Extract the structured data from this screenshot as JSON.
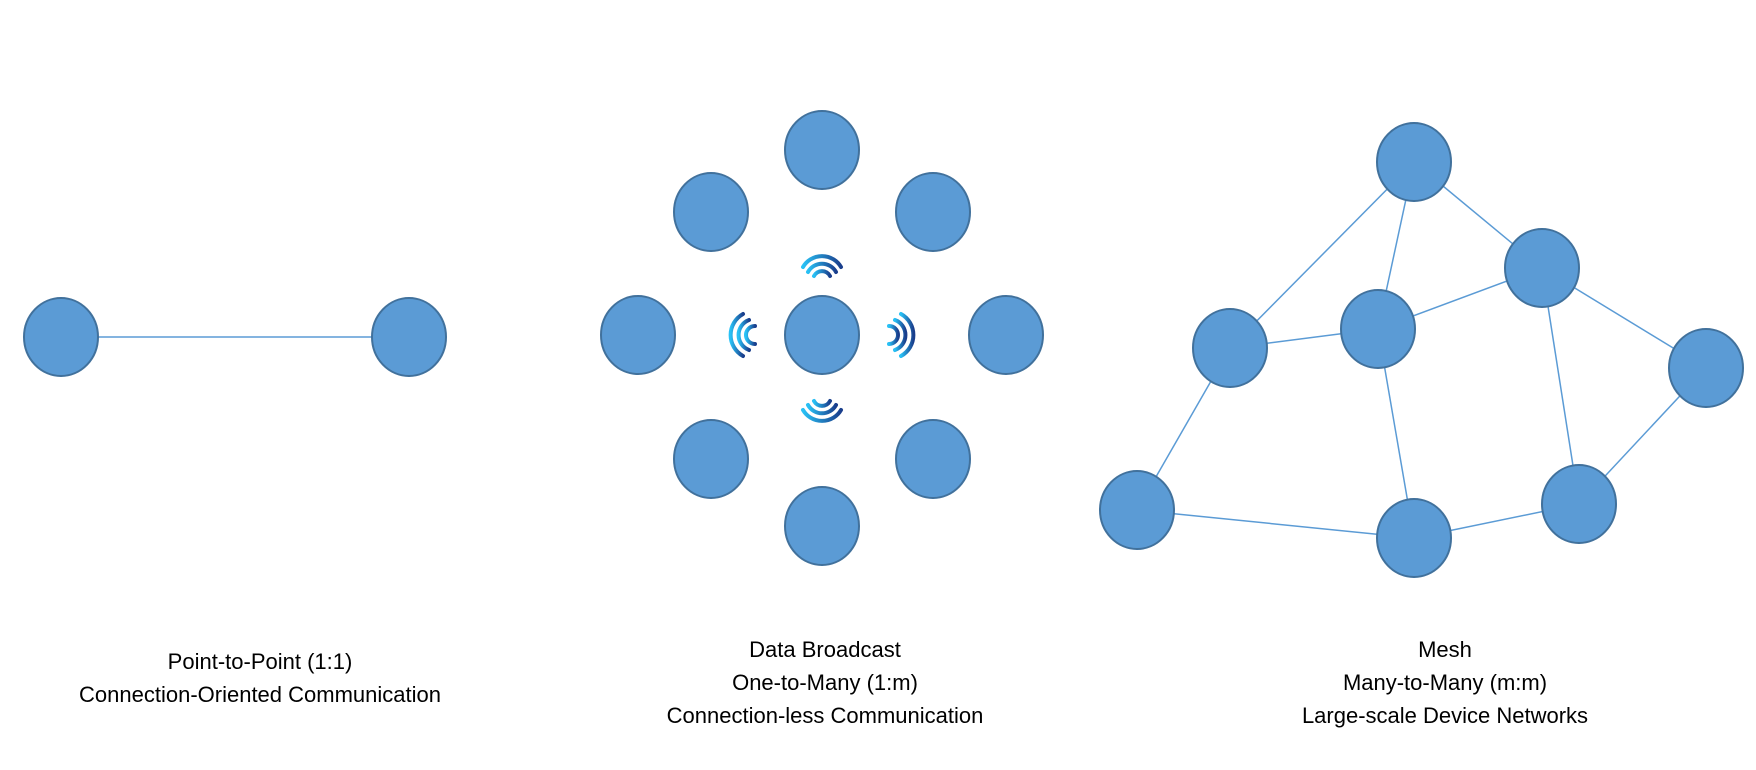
{
  "colors": {
    "node_fill": "#5b9bd5",
    "node_stroke": "#41719c",
    "edge": "#5b9bd5",
    "wave_light": "#29c1f5",
    "wave_dark": "#1a3e8c"
  },
  "panels": {
    "point_to_point": {
      "lines": [
        "Point-to-Point (1:1)",
        "Connection-Oriented Communication"
      ]
    },
    "broadcast": {
      "lines": [
        "Data Broadcast",
        "One-to-Many (1:m)",
        "Connection-less Communication"
      ]
    },
    "mesh": {
      "lines": [
        "Mesh",
        "Many-to-Many (m:m)",
        "Large-scale Device Networks"
      ]
    }
  }
}
